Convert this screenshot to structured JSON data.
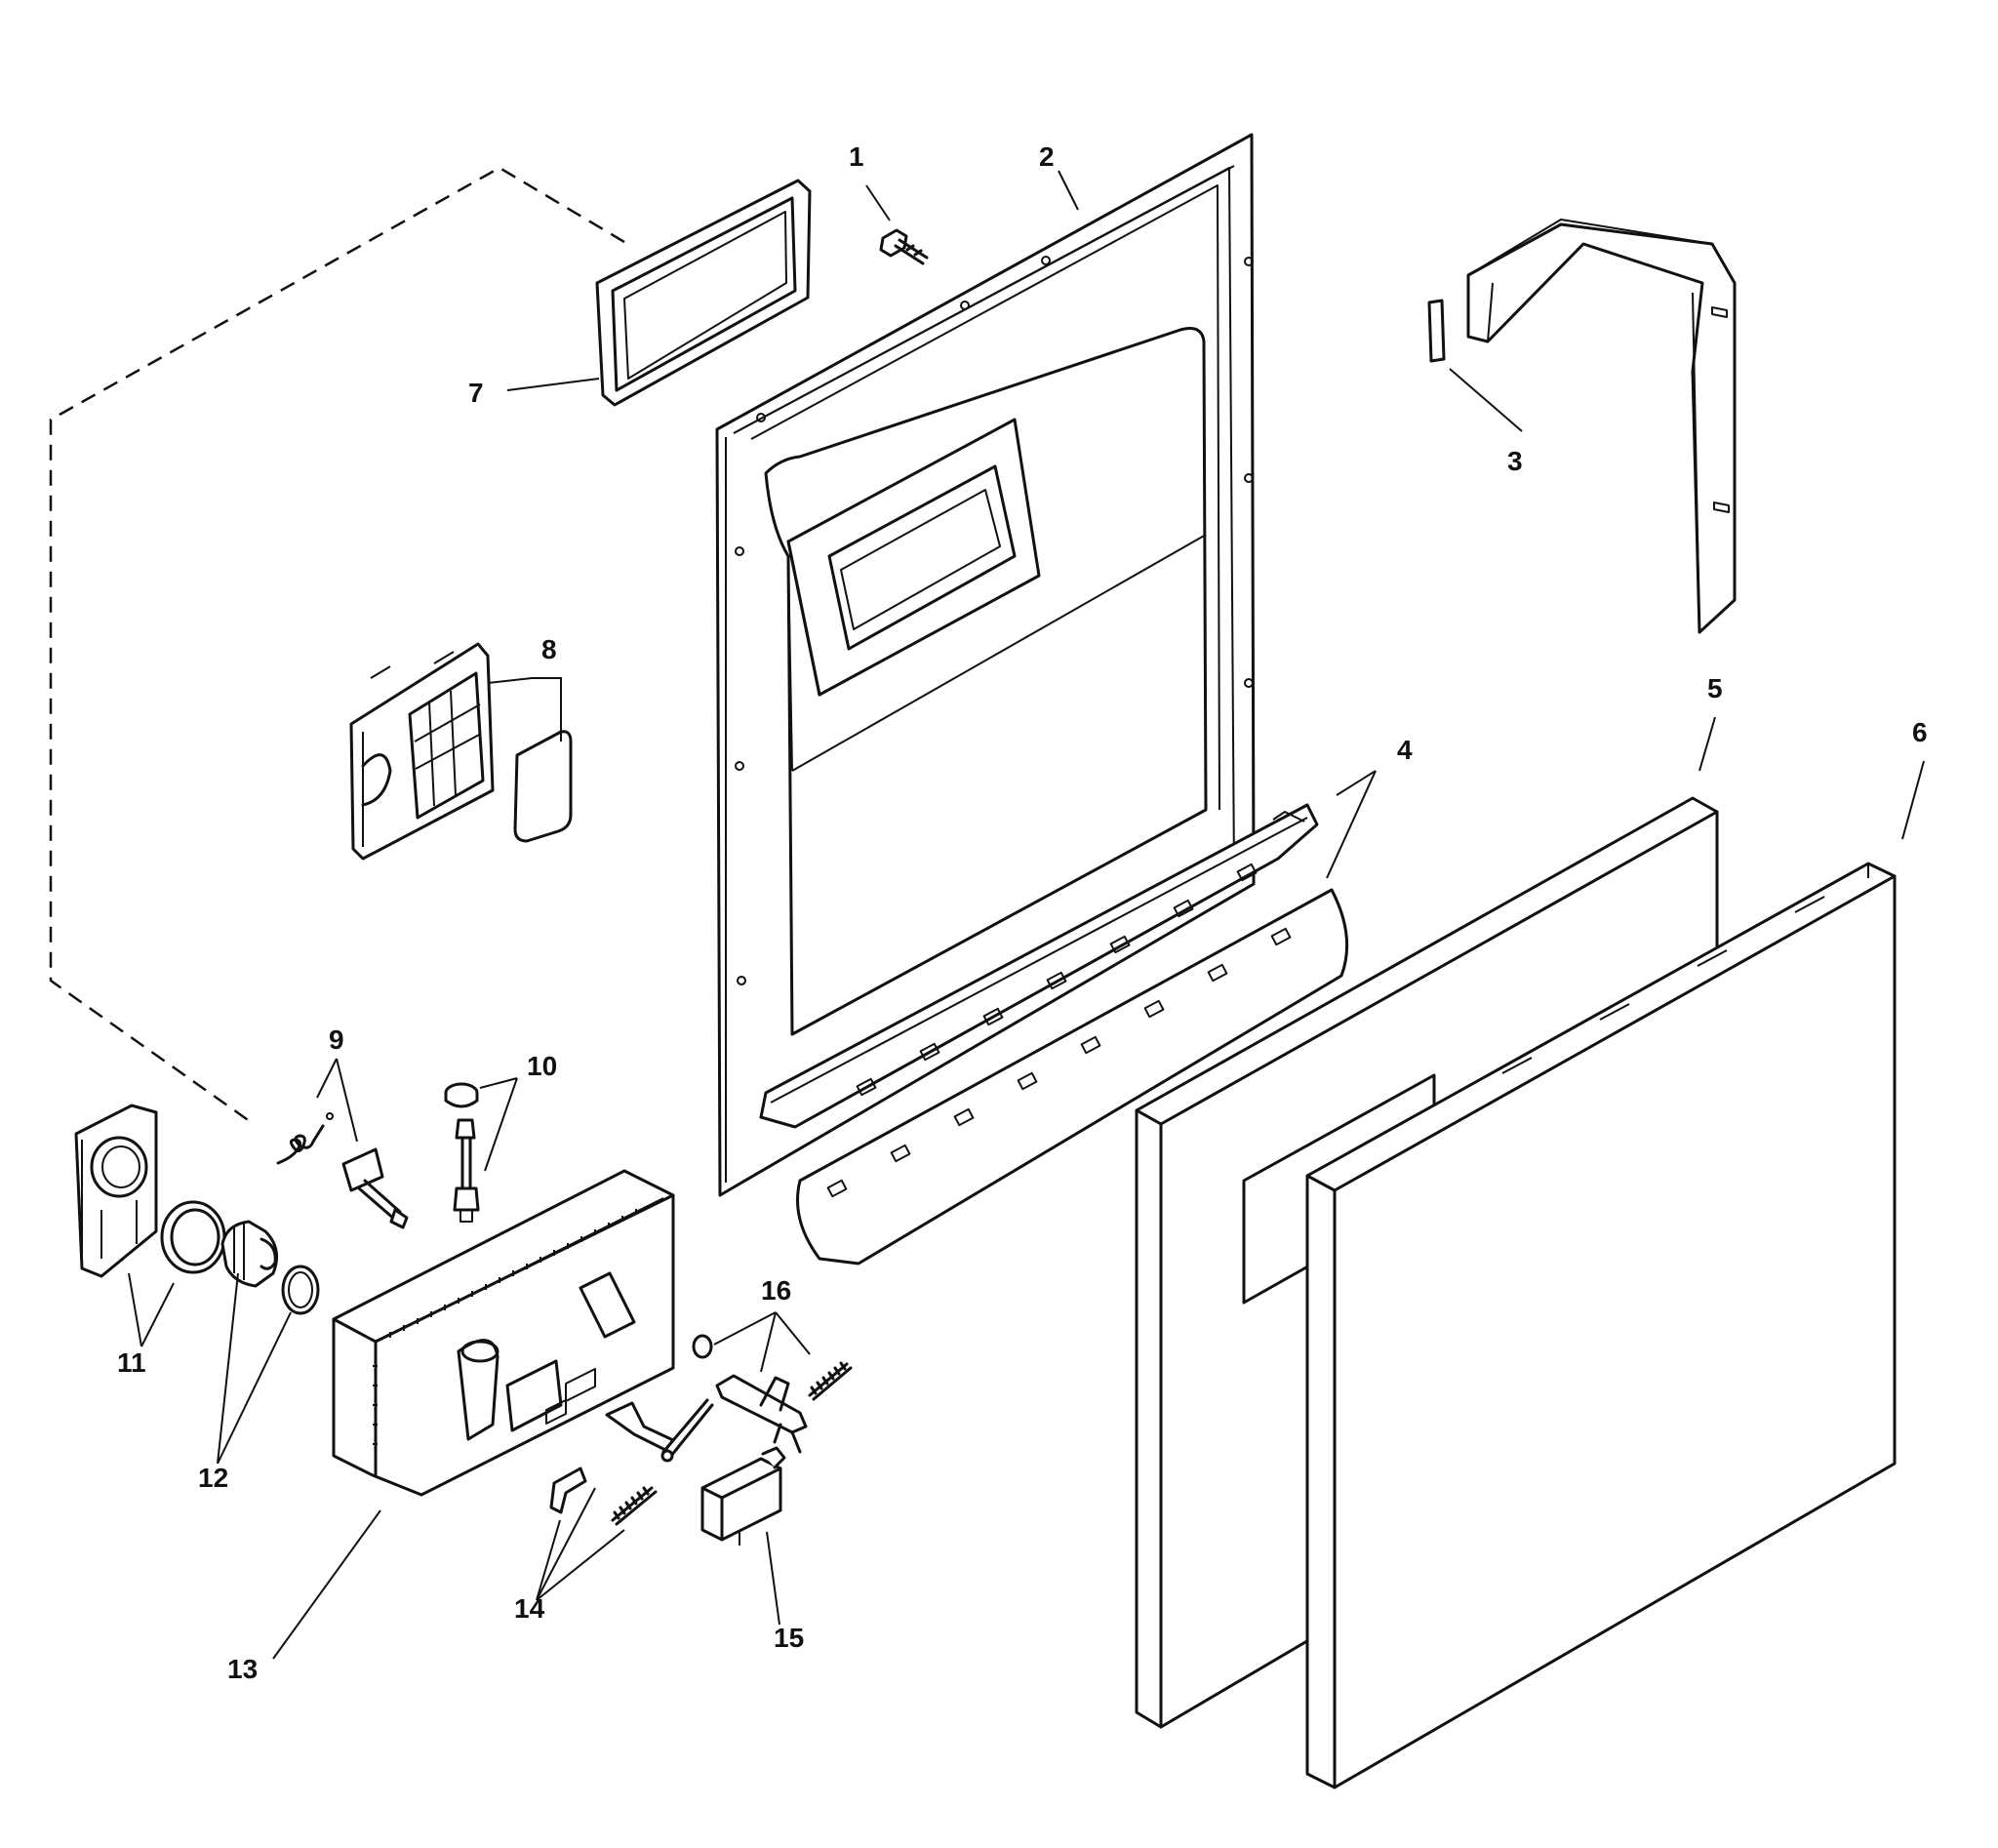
{
  "diagram": {
    "callouts": {
      "p1": "1",
      "p2": "2",
      "p3": "3",
      "p4": "4",
      "p5": "5",
      "p6": "6",
      "p7": "7",
      "p8": "8",
      "p9": "9",
      "p10": "10",
      "p11": "11",
      "p12": "12",
      "p13": "13",
      "p14": "14",
      "p15": "15",
      "p16": "16"
    },
    "colors": {
      "line": "#111111",
      "background": "#ffffff"
    }
  }
}
